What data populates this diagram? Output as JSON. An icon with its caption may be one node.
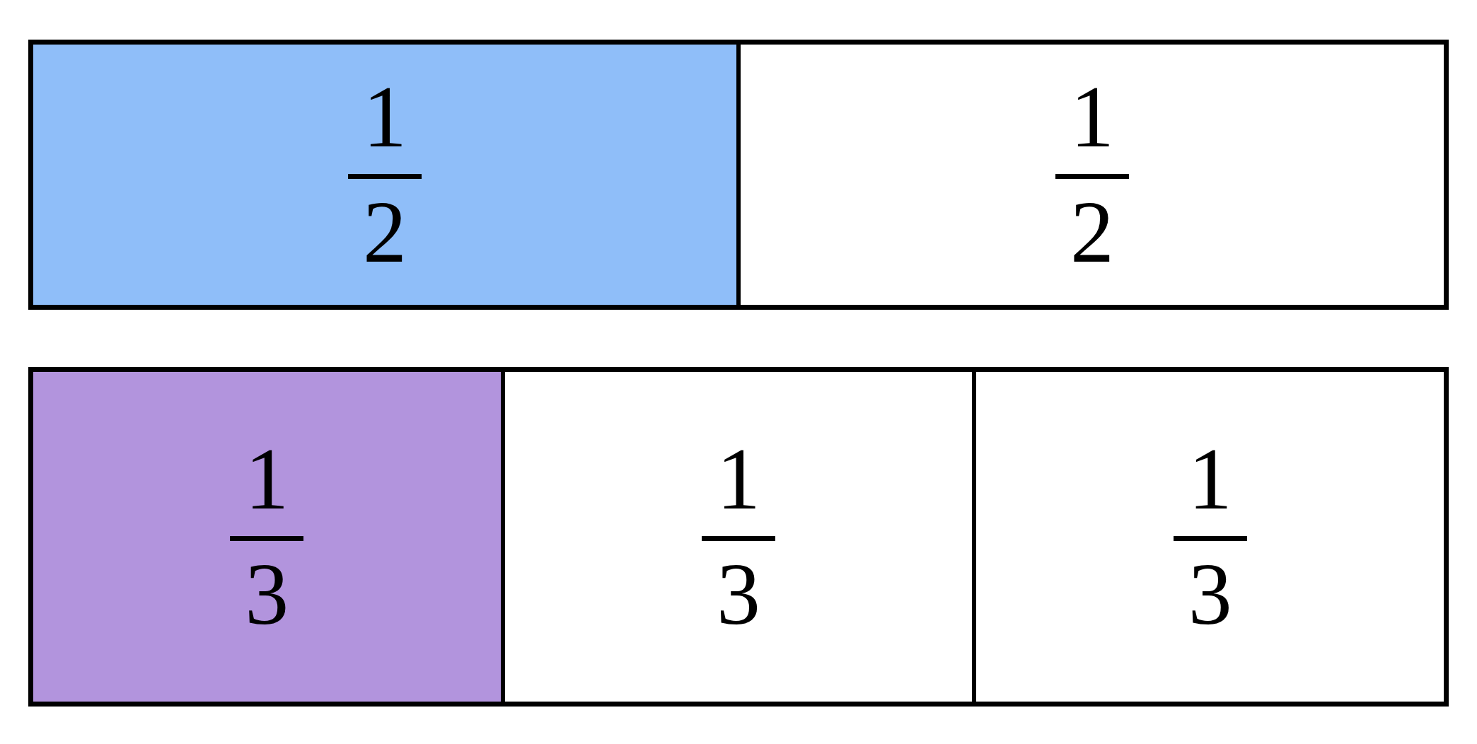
{
  "diagram": {
    "nodes": [
      {
        "text": [],
        "shape": "bar"
      },
      {
        "text": [
          "1",
          "2"
        ],
        "in": 0
      },
      {
        "text": [
          "1",
          "2"
        ],
        "in": 0
      },
      {
        "text": [],
        "shape": "bar"
      },
      {
        "text": [
          "1",
          "3"
        ],
        "in": 3
      },
      {
        "text": [
          "1",
          "3"
        ],
        "in": 3
      },
      {
        "text": [
          "1",
          "3"
        ],
        "in": 3
      }
    ]
  }
}
